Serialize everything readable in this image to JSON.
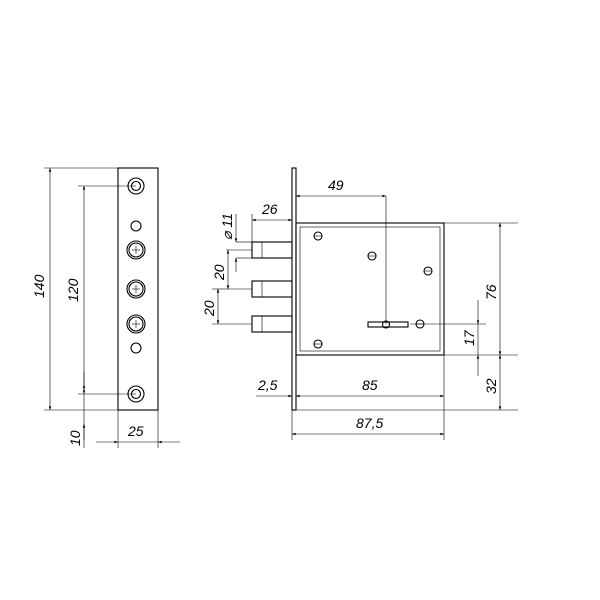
{
  "dimensions": {
    "faceplate_height": "140",
    "hole_spacing": "120",
    "bottom_offset": "10",
    "faceplate_width": "25",
    "bolt_length": "26",
    "bolt_diameter": "⌀ 11",
    "bolt_spacing_upper": "20",
    "bolt_spacing_lower": "20",
    "backset": "49",
    "plate_thickness": "2,5",
    "body_depth": "85",
    "overall_depth": "87,5",
    "body_height": "76",
    "keyhole_offset": "17",
    "bottom_height": "32"
  },
  "colors": {
    "line": "#000000",
    "background": "#ffffff"
  }
}
